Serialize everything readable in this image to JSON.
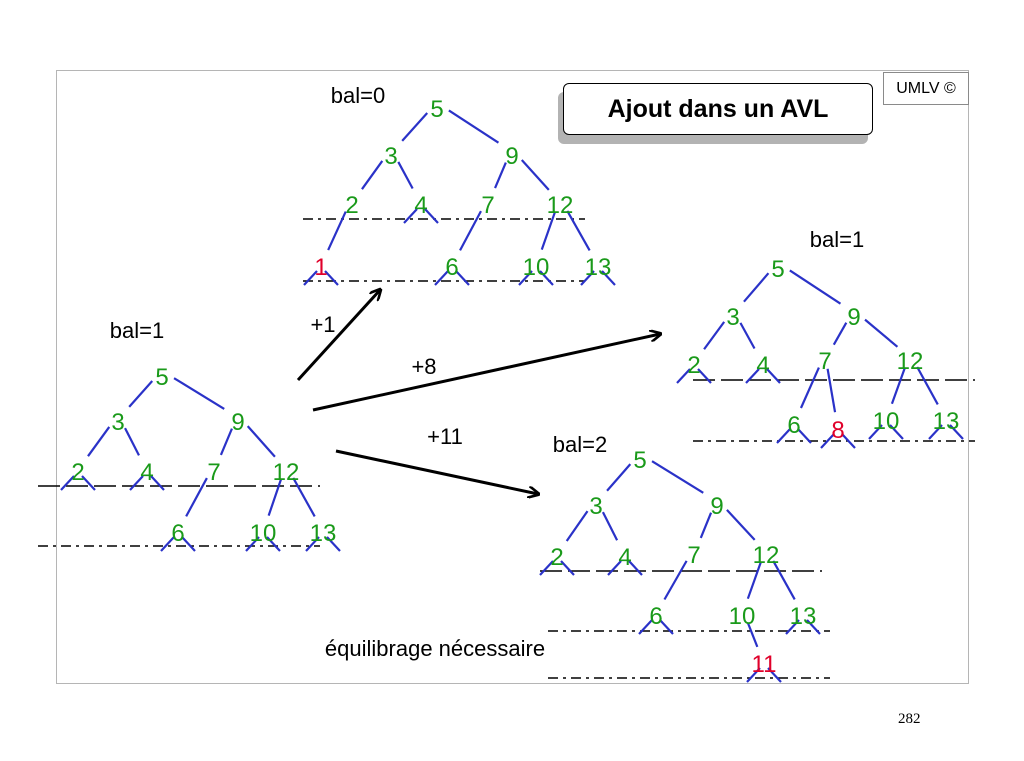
{
  "title": "Ajout dans un AVL",
  "badge": "UMLV ©",
  "page_number": "282",
  "colors": {
    "node": "#1a9a1a",
    "inserted": "#e0002a",
    "edge": "#2a32c8",
    "text": "#000000"
  },
  "trees": [
    {
      "id": "initial",
      "balance": "bal=1",
      "nodes": [
        "5",
        "3",
        "9",
        "2",
        "4",
        "7",
        "12",
        "6",
        "10",
        "13"
      ]
    },
    {
      "id": "insert-1",
      "balance": "bal=0",
      "inserted": "1",
      "nodes": [
        "5",
        "3",
        "9",
        "2",
        "4",
        "7",
        "12",
        "1",
        "6",
        "10",
        "13"
      ]
    },
    {
      "id": "insert-8",
      "balance": "bal=1",
      "inserted": "8",
      "nodes": [
        "5",
        "3",
        "9",
        "2",
        "4",
        "7",
        "12",
        "6",
        "8",
        "10",
        "13"
      ]
    },
    {
      "id": "insert-11",
      "balance": "bal=2",
      "inserted": "11",
      "nodes": [
        "5",
        "3",
        "9",
        "2",
        "4",
        "7",
        "12",
        "6",
        "10",
        "13",
        "11"
      ]
    }
  ],
  "arrows": [
    {
      "label": "+1",
      "to": "insert-1"
    },
    {
      "label": "+8",
      "to": "insert-8"
    },
    {
      "label": "+11",
      "to": "insert-11"
    }
  ],
  "note": "équilibrage nécessaire"
}
